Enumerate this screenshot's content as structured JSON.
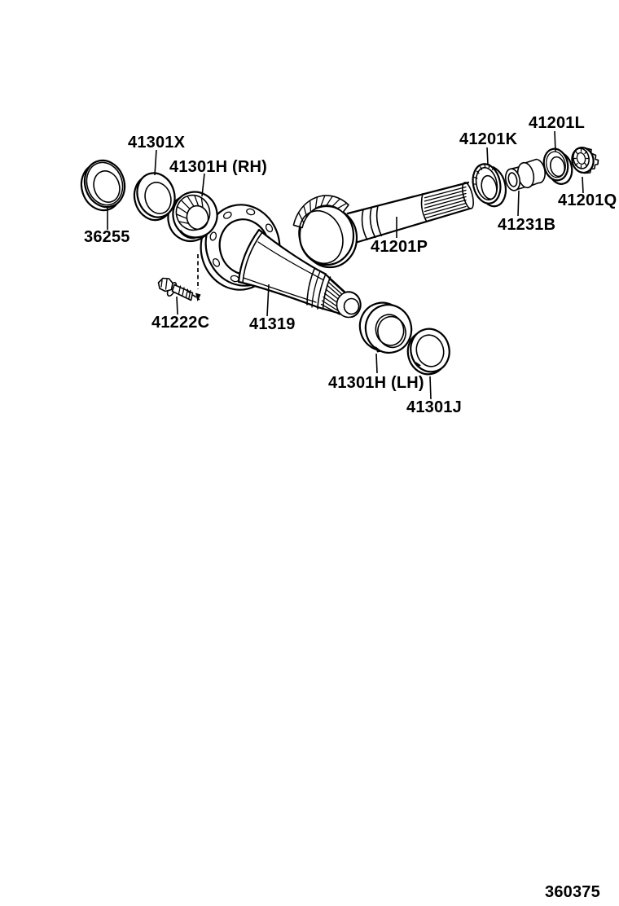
{
  "colors": {
    "ink": "#000000",
    "paper": "#ffffff"
  },
  "footer": {
    "figure_number": "360375"
  },
  "parts": [
    {
      "id": "36255",
      "label": "36255"
    },
    {
      "id": "41301X",
      "label": "41301X"
    },
    {
      "id": "41301H-RH",
      "label": "41301H (RH)"
    },
    {
      "id": "41222C",
      "label": "41222C"
    },
    {
      "id": "41319",
      "label": "41319"
    },
    {
      "id": "41301H-LH",
      "label": "41301H (LH)"
    },
    {
      "id": "41301J",
      "label": "41301J"
    },
    {
      "id": "41201P",
      "label": "41201P"
    },
    {
      "id": "41201K",
      "label": "41201K"
    },
    {
      "id": "41231B",
      "label": "41231B"
    },
    {
      "id": "41201L",
      "label": "41201L"
    },
    {
      "id": "41201Q",
      "label": "41201Q"
    }
  ]
}
